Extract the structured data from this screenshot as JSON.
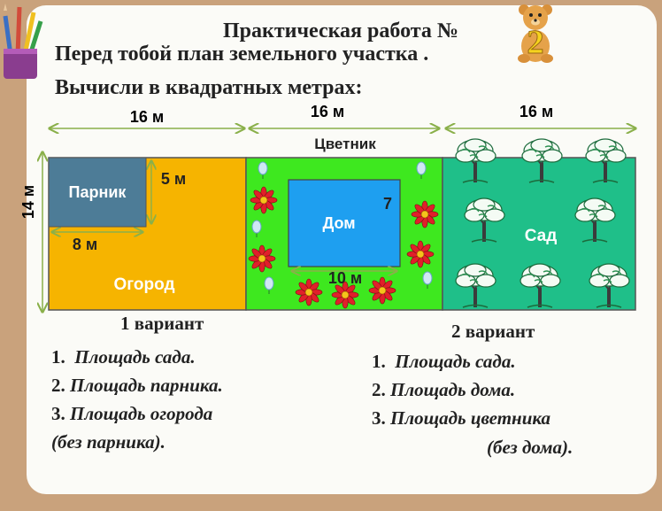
{
  "header": {
    "title": "Практическая работа №",
    "work_number": "2",
    "subtitle": "Перед тобой план земельного участка .",
    "instruction": "Вычисли в квадратных метрах:"
  },
  "plan": {
    "top_dimensions": [
      "16 м",
      "16 м",
      "16 м"
    ],
    "side_dimension": "14 м",
    "flowerbed_title": "Цветник",
    "parnik_label": "Парник",
    "parnik_height": "5 м",
    "parnik_width": "8 м",
    "ogorod_label": "Огород",
    "dom_label": "Дом",
    "dom_height": "7",
    "dom_width": "10 м",
    "sad_label": "Сад",
    "colors": {
      "ogorod": "#f6b400",
      "parnik": "#4d7c97",
      "tsvetnik": "#3ee81f",
      "dom": "#1e9ff0",
      "sad": "#1fbf89"
    }
  },
  "variant1": {
    "heading": "1 вариант",
    "tasks": [
      {
        "num": "1.",
        "text": "Площадь сада."
      },
      {
        "num": "2.",
        "text": "Площадь парника."
      },
      {
        "num": "3.",
        "text": "Площадь огорода"
      }
    ],
    "task3_note": "(без парника)."
  },
  "variant2": {
    "heading": "2 вариант",
    "tasks": [
      {
        "num": "1.",
        "text": "Площадь сада."
      },
      {
        "num": "2.",
        "text": "Площадь дома."
      },
      {
        "num": "3.",
        "text": "Площадь цветника"
      }
    ],
    "task3_note": "(без дома)."
  }
}
